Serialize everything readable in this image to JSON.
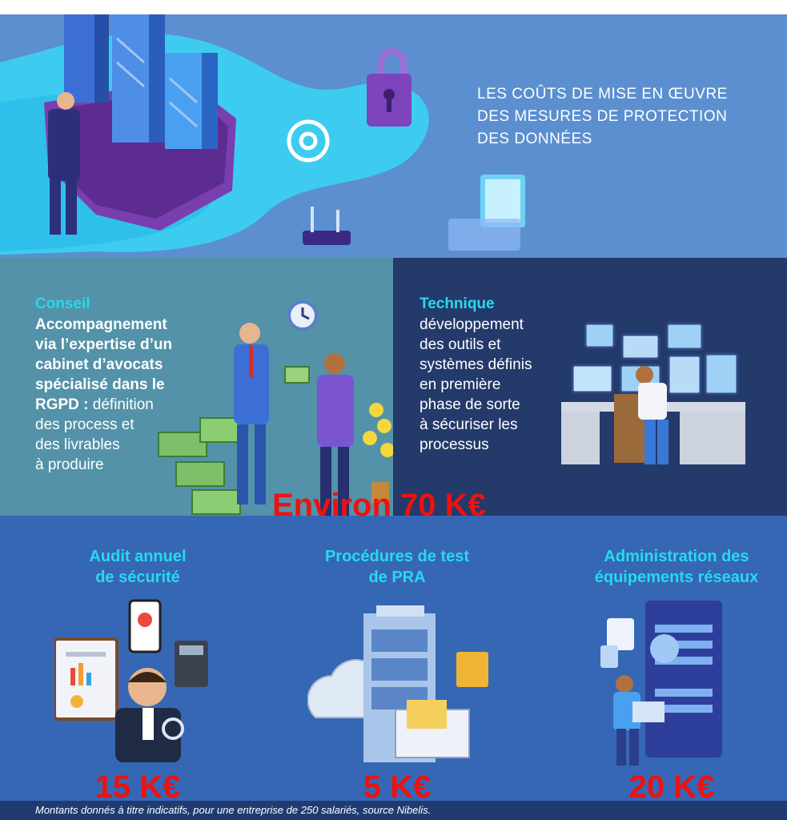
{
  "hero": {
    "title_lines": [
      "LES COÛTS DE MISE EN ŒUVRE",
      "DES MESURES DE PROTECTION",
      "DES DONNÉES"
    ]
  },
  "conseil": {
    "heading": "Conseil",
    "bold_lines": [
      "Accompagnement",
      "via l’expertise d’un",
      "cabinet d’avocats",
      "spécialisé dans le",
      "RGPD :"
    ],
    "normal_first": " définition",
    "normal_lines": [
      "des process et",
      "des livrables",
      "à produire"
    ]
  },
  "technique": {
    "heading": "Technique",
    "body_lines": [
      "développement",
      "des outils et",
      "systèmes définis",
      "en première",
      "phase de sorte",
      "à sécuriser les",
      "processus"
    ]
  },
  "total_label": "Environ 70 K€",
  "columns": [
    {
      "title_lines": [
        "Audit annuel",
        "de sécurité"
      ],
      "price": "15 K€"
    },
    {
      "title_lines": [
        "Procédures de test",
        "de PRA"
      ],
      "price": "5 K€"
    },
    {
      "title_lines": [
        "Administration des",
        "équipements réseaux"
      ],
      "price": "20 K€"
    }
  ],
  "footer": "Montants donnés à titre indicatifs, pour une entreprise de 250 salariés, source Nibelis.",
  "colors": {
    "accent_cyan": "#27d9f0",
    "price_red": "#ee1111",
    "hero_bg": "#5b8fd0",
    "conseil_bg": "#5392a8",
    "technique_bg": "#233a6a",
    "bottom_bg": "#3667b4"
  }
}
